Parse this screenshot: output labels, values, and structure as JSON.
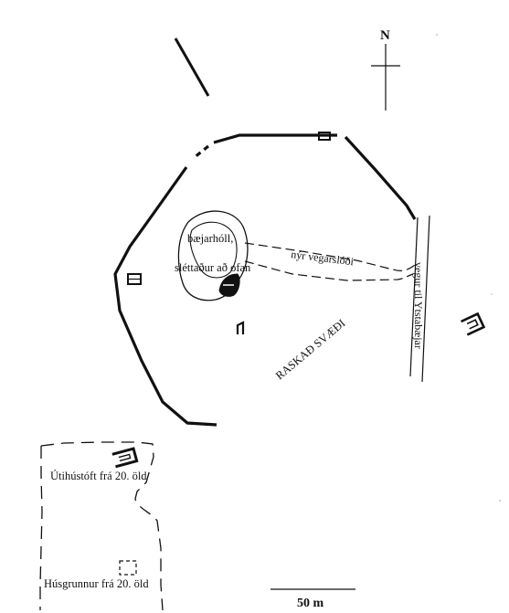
{
  "map": {
    "north_label": "N",
    "labels": {
      "farm_mound_line1": "bæjarhóll,",
      "farm_mound_line2": "sléttaður að ofan",
      "new_track": "nýr vegarslóði",
      "road": "vegur til Ytstabæjar",
      "disturbed_area": "RASKAÐ SVÆÐI",
      "outbuilding_ruin": "Útihústóft frá 20. öld",
      "house_foundation": "Húsgrunnur frá 20. öld"
    },
    "scale_label": "50 m"
  }
}
